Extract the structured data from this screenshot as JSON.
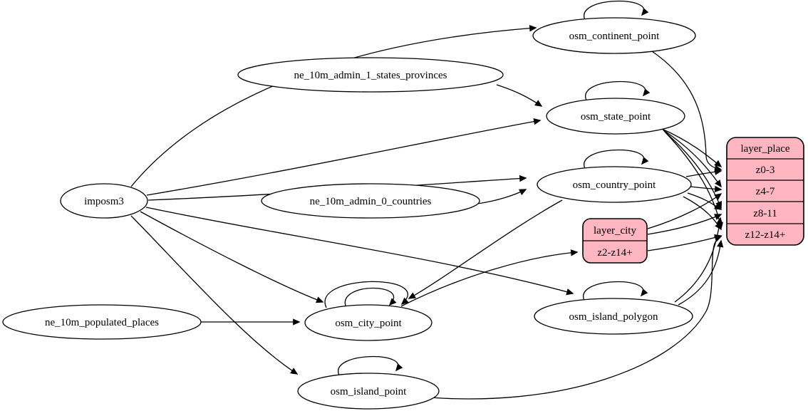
{
  "diagram": {
    "kind": "etl-graph",
    "background": "#ffffff",
    "colors": {
      "table_fill": "#ffffff",
      "record_fill": "#ffb6c1",
      "stroke": "#000000"
    },
    "sources": {
      "imposm3": "imposm3",
      "ne_admin1": "ne_10m_admin_1_states_provinces",
      "ne_admin0": "ne_10m_admin_0_countries",
      "ne_places": "ne_10m_populated_places"
    },
    "tables": {
      "continent": "osm_continent_point",
      "state": "osm_state_point",
      "country": "osm_country_point",
      "city": "osm_city_point",
      "island_polygon": "osm_island_polygon",
      "island_point": "osm_island_point"
    },
    "records": {
      "layer_place": {
        "title": "layer_place",
        "rows": [
          "z0-3",
          "z4-7",
          "z8-11",
          "z12-z14+"
        ]
      },
      "layer_city": {
        "title": "layer_city",
        "rows": [
          "z2-z14+"
        ]
      }
    },
    "edges": [
      "imposm3 -> osm_continent_point",
      "imposm3 -> osm_state_point",
      "imposm3 -> osm_country_point",
      "imposm3 -> osm_city_point",
      "imposm3 -> osm_island_polygon",
      "imposm3 -> osm_island_point",
      "ne_10m_admin_1_states_provinces -> osm_state_point",
      "ne_10m_admin_0_countries -> osm_country_point",
      "ne_10m_populated_places -> osm_city_point",
      "osm_continent_point -> osm_continent_point",
      "osm_state_point -> osm_state_point",
      "osm_country_point -> osm_country_point",
      "osm_city_point -> osm_city_point",
      "osm_city_point -> osm_city_point",
      "osm_island_polygon -> osm_island_polygon",
      "osm_island_point -> osm_island_point",
      "osm_continent_point -> layer_place:z0-3",
      "osm_state_point -> layer_place:z0-3",
      "osm_state_point -> layer_place:z4-7",
      "osm_state_point -> layer_place:z8-11",
      "osm_state_point -> layer_place:z12-z14+",
      "osm_country_point -> layer_place:z0-3",
      "osm_country_point -> layer_place:z4-7",
      "osm_country_point -> layer_place:z8-11",
      "osm_country_point -> layer_place:z12-z14+",
      "osm_country_point -> osm_city_point",
      "osm_city_point -> layer_city:z2-z14+",
      "layer_city -> layer_place:z4-7",
      "layer_city -> layer_place:z8-11",
      "layer_city -> layer_place:z12-z14+",
      "osm_island_polygon -> layer_place:z8-11",
      "osm_island_polygon -> layer_place:z12-z14+",
      "osm_island_point -> layer_place:z12-z14+"
    ]
  }
}
